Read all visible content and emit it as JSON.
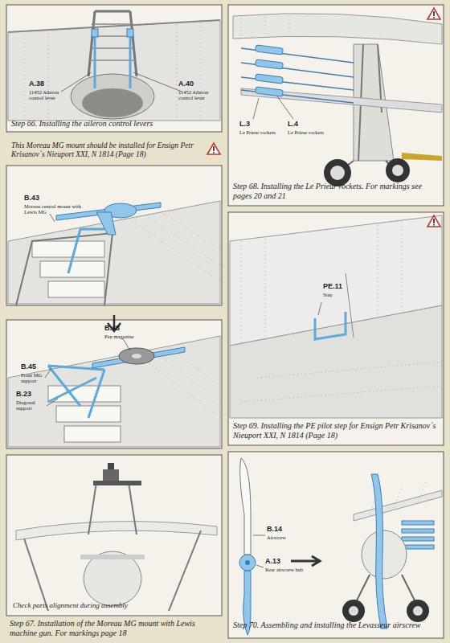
{
  "diagram": {
    "labels": [
      "A.38",
      "11452 Aileron control lever",
      "A.40",
      "11452 Aileron control lever",
      "Step 66. Installing the aileron control levers",
      "L.3",
      "Le Prieur rockets",
      "L.4",
      "Le Prieur rockets",
      "Step 68. Installing the Le Prieur rockets. For markings see pages 20 and 21",
      "This Moreau MG mount should be installed for Ensign Petr Krisanov`s Nieuport XXI, N 1814 (Page 18)",
      "B.43",
      "Moreau central mount with Lewis MG",
      "B.45",
      "Front MG support",
      "B.23",
      "Diagonal support",
      "B.48",
      "Pan magazine",
      "Check parts alignment during assembly",
      "Step 67. Installation of the Moreau MG mount with Lewis machine gun. For markings page 18",
      "PE.11",
      "Step",
      "Step 69. Installing the PE pilot step for Ensign Petr Krisanov`s Nieuport XXI, N 1814 (Page 18)",
      "B.14",
      "Airscrew",
      "A.13",
      "Rear airscrew hub",
      "Step 70. Assembling and installing the Levasseur airscrew"
    ]
  }
}
